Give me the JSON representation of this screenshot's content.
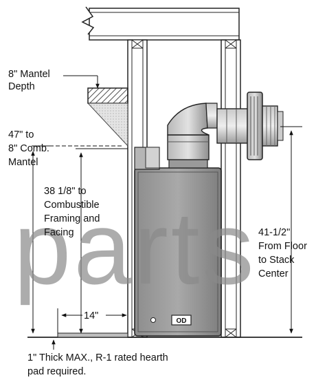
{
  "labels": {
    "mantel_depth": [
      "8\" Mantel",
      "Depth"
    ],
    "comb_mantel": [
      "47\" to",
      "8\" Comb.",
      "Mantel"
    ],
    "combustible_framing": [
      "38 1/8\" to",
      "Combustible",
      "Framing and",
      "Facing"
    ],
    "hearth_width": "14\"",
    "stack_center": [
      "41-1/2\"",
      "From Floor",
      "to Stack",
      "Center"
    ],
    "hearth_pad": [
      "1\" Thick MAX., R-1 rated hearth",
      "pad required."
    ],
    "control_panel": "OD"
  },
  "watermark": "parts"
}
